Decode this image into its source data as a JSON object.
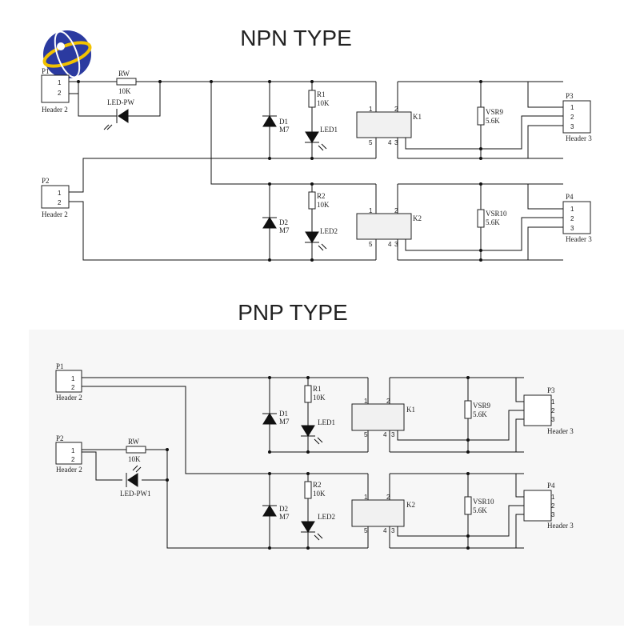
{
  "titles": {
    "npn": "NPN TYPE",
    "pnp": "PNP TYPE"
  },
  "npn": {
    "P1": {
      "ref": "P1",
      "type": "Header 2",
      "pins": [
        "1",
        "2"
      ]
    },
    "P2": {
      "ref": "P2",
      "type": "Header 2",
      "pins": [
        "1",
        "2"
      ]
    },
    "P3": {
      "ref": "P3",
      "type": "Header 3",
      "pins": [
        "1",
        "2",
        "3"
      ]
    },
    "P4": {
      "ref": "P4",
      "type": "Header 3",
      "pins": [
        "1",
        "2",
        "3"
      ]
    },
    "RW": {
      "ref": "RW",
      "value": "10K"
    },
    "LEDPW": {
      "ref": "LED-PW"
    },
    "D1": {
      "ref": "D1",
      "value": "M7"
    },
    "D2": {
      "ref": "D2",
      "value": "M7"
    },
    "R1": {
      "ref": "R1",
      "value": "10K"
    },
    "R2": {
      "ref": "R2",
      "value": "10K"
    },
    "LED1": {
      "ref": "LED1"
    },
    "LED2": {
      "ref": "LED2"
    },
    "K1": {
      "ref": "K1",
      "pins": [
        "1",
        "2",
        "5",
        "4",
        "3"
      ]
    },
    "K2": {
      "ref": "K2",
      "pins": [
        "1",
        "2",
        "5",
        "4",
        "3"
      ]
    },
    "VSR9": {
      "ref": "VSR9",
      "value": "5.6K"
    },
    "VSR10": {
      "ref": "VSR10",
      "value": "5.6K"
    }
  },
  "pnp": {
    "P1": {
      "ref": "P1",
      "type": "Header 2",
      "pins": [
        "1",
        "2"
      ]
    },
    "P2": {
      "ref": "P2",
      "type": "Header 2",
      "pins": [
        "1",
        "2"
      ]
    },
    "P3": {
      "ref": "P3",
      "type": "Header 3",
      "pins": [
        "1",
        "2",
        "3"
      ]
    },
    "P4": {
      "ref": "P4",
      "type": "Header 3",
      "pins": [
        "1",
        "2",
        "3"
      ]
    },
    "RW": {
      "ref": "RW",
      "value": "10K"
    },
    "LEDPW": {
      "ref": "LED-PW1"
    },
    "D1": {
      "ref": "D1",
      "value": "M7"
    },
    "D2": {
      "ref": "D2",
      "value": "M7"
    },
    "R1": {
      "ref": "R1",
      "value": "10K"
    },
    "R2": {
      "ref": "R2",
      "value": "10K"
    },
    "LED1": {
      "ref": "LED1"
    },
    "LED2": {
      "ref": "LED2"
    },
    "K1": {
      "ref": "K1",
      "pins": [
        "1",
        "2",
        "5",
        "4",
        "3"
      ]
    },
    "K2": {
      "ref": "K2",
      "pins": [
        "1",
        "2",
        "5",
        "4",
        "3"
      ]
    },
    "VSR9": {
      "ref": "VSR9",
      "value": "5.6K"
    },
    "VSR10": {
      "ref": "VSR10",
      "value": "5.6K"
    }
  },
  "colors": {
    "wire": "#111111",
    "relay_fill": "#f1f1f1",
    "logo_blue": "#2b3aa0",
    "logo_yellow": "#f2c200"
  },
  "icons": {
    "logo": "globe-logo-icon"
  }
}
